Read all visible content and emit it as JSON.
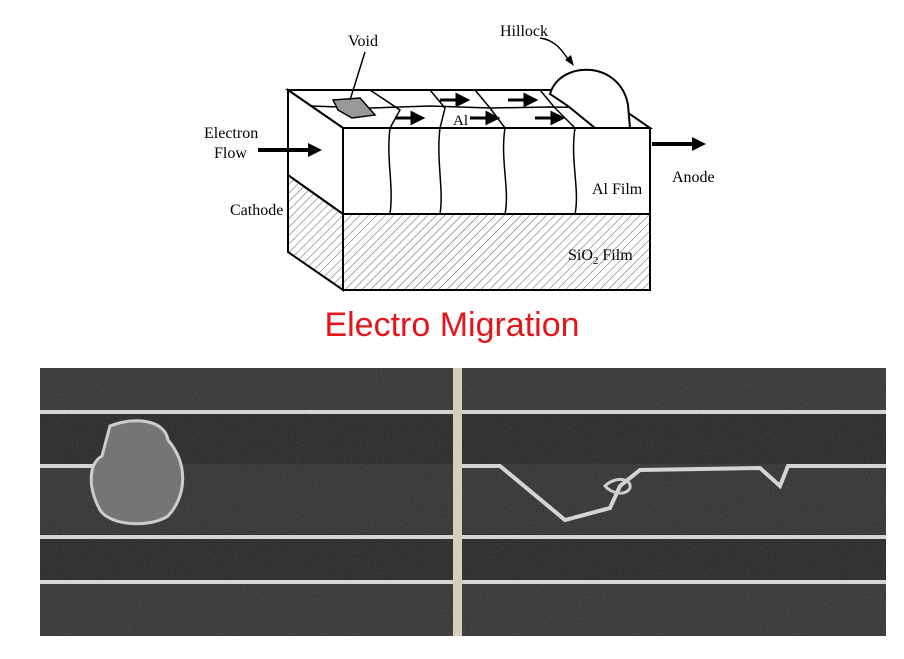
{
  "diagram": {
    "labels": {
      "void": "Void",
      "hillock": "Hillock",
      "electron_flow_line1": "Electron",
      "electron_flow_line2": "Flow",
      "al": "Al",
      "anode": "Anode",
      "al_film": "Al Film",
      "cathode": "Cathode",
      "sio2_prefix": "SiO",
      "sio2_sub": "2",
      "sio2_suffix": " Film"
    }
  },
  "title": "Electro Migration",
  "colors": {
    "title": "#e3161b",
    "background": "#ffffff",
    "micrograph_bg": "#1e1e1e",
    "line_highlight": "#d8d8d8",
    "divider": "#d9d2b8"
  },
  "micrograph": {
    "panels": [
      "void",
      "hillock"
    ]
  }
}
